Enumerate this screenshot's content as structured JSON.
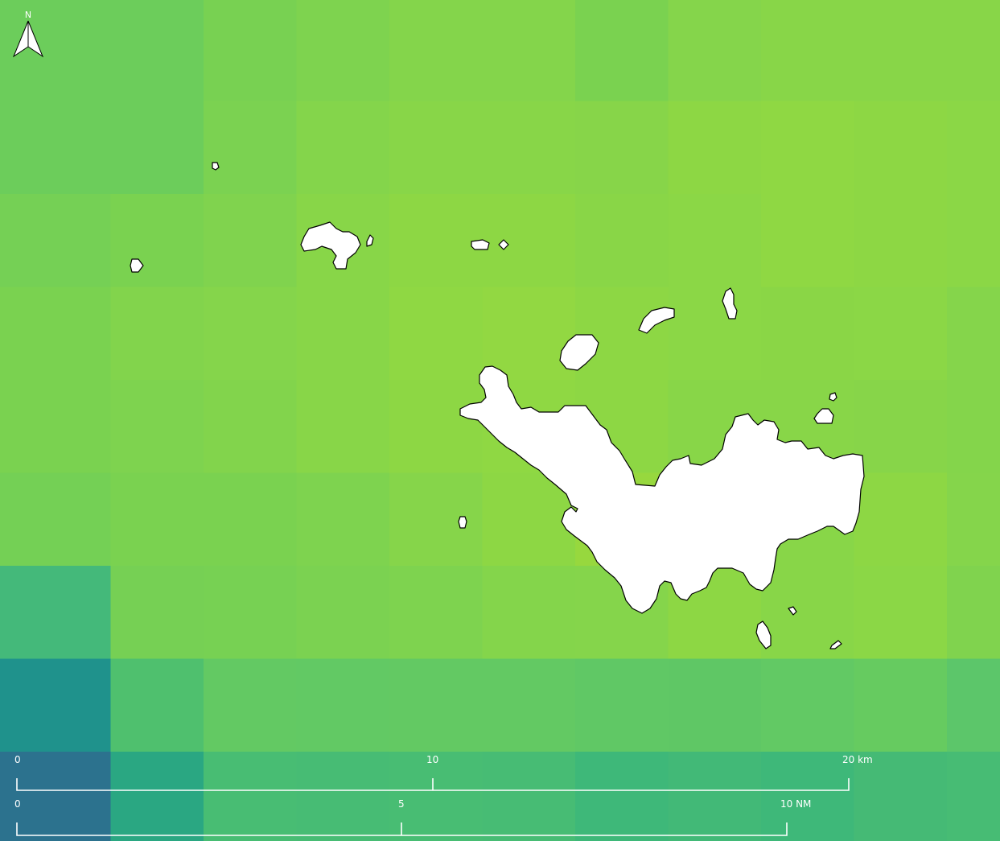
{
  "map": {
    "north_arrow": {
      "letter": "N",
      "icon": "north-arrow-icon"
    },
    "raster": {
      "palette_note_colors": {
        "deep_teal": "#2d6f8a",
        "teal": "#209589",
        "sea_green": "#4fc06e",
        "green": "#6dcd59",
        "yellow_green": "#94d741"
      },
      "rows": [
        [
          "#6ccd5b",
          "#6ccd5b",
          "#78d152",
          "#7ed34f",
          "#84d54b",
          "#84d54b",
          "#7ad250",
          "#85d54b",
          "#88d648",
          "#88d648",
          "#88d648",
          "#8ad646"
        ],
        [
          "#6ccd5b",
          "#6ccd5b",
          "#7bd251",
          "#84d54b",
          "#88d648",
          "#88d648",
          "#87d549",
          "#8dd744",
          "#8fd843",
          "#8dd744",
          "#8bd746",
          "#97d83e"
        ],
        [
          "#75d055",
          "#7ad250",
          "#80d34e",
          "#88d648",
          "#8dd744",
          "#8dd744",
          "#89d647",
          "#8bd746",
          "#8fd843",
          "#8dd744",
          "#8bd746",
          "#86d54a"
        ],
        [
          "#7ad250",
          "#82d44c",
          "#85d54b",
          "#88d648",
          "#8fd843",
          "#92d842",
          "#8dd744",
          "#8bd746",
          "#8ad646",
          "#8bd746",
          "#85d54b",
          "#80d34e"
        ],
        [
          "#7ad250",
          "#7ed34f",
          "#82d44c",
          "#88d648",
          "#8dd744",
          "#8fd843",
          "#8dd744",
          "#88d648",
          "#88d648",
          "#87d549",
          "#84d54b",
          "#7cd251"
        ],
        [
          "#74d055",
          "#7ad250",
          "#7ad250",
          "#7ed34f",
          "#86d54a",
          "#8dd744",
          "#97d83e",
          "#8ad646",
          "#88d648",
          "#8dd744",
          "#85d54b",
          "#7cd251"
        ],
        [
          "#44b97a",
          "#76d054",
          "#77d153",
          "#7bd251",
          "#7ed34f",
          "#84d54b",
          "#85d54b",
          "#8dd744",
          "#88d648",
          "#8bd746",
          "#80d34e",
          "#79d151"
        ],
        [
          "#1f928c",
          "#4fc06e",
          "#63c963",
          "#62c964",
          "#63c963",
          "#63c963",
          "#60c865",
          "#5fc765",
          "#62c964",
          "#66cb60",
          "#5cc66a",
          "#58c56a"
        ],
        [
          "#2c728e",
          "#2aa782",
          "#48bd73",
          "#47bc74",
          "#48bd73",
          "#47bc74",
          "#3eb879",
          "#42b977",
          "#3eb879",
          "#45ba75",
          "#47bc74",
          "#4cbf6f"
        ]
      ]
    },
    "scale_bar": {
      "km": {
        "ticks": [
          "0",
          "10",
          "20 km"
        ],
        "values": [
          0,
          10,
          20
        ],
        "unit": "km"
      },
      "nm": {
        "ticks": [
          "0",
          "5",
          "10 NM"
        ],
        "values": [
          0,
          5,
          10
        ],
        "unit": "NM"
      }
    }
  }
}
